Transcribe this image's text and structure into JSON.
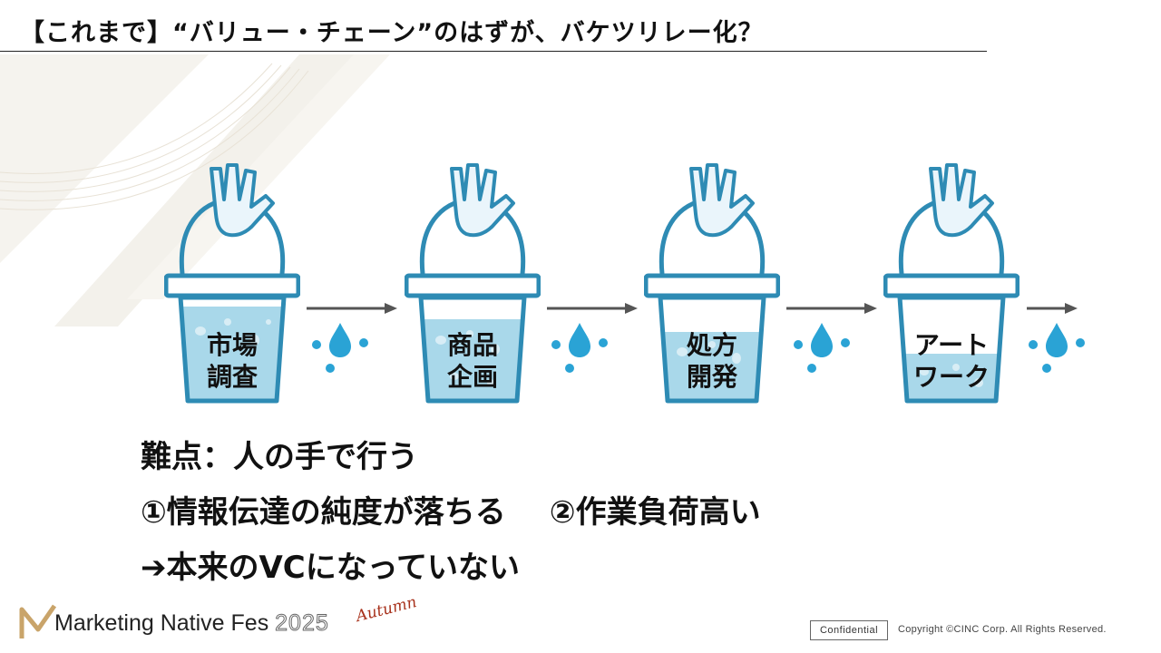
{
  "slide": {
    "title": "【これまで】“バリュー・チェーン”のはずが、バケツリレー化？"
  },
  "buckets": [
    {
      "line1": "市場",
      "line2": "調査",
      "fill_level": 0.95
    },
    {
      "line1": "商品",
      "line2": "企画",
      "fill_level": 0.8
    },
    {
      "line1": "処方",
      "line2": "開発",
      "fill_level": 0.67
    },
    {
      "line1": "アート",
      "line2": "ワーク",
      "fill_level": 0.45
    }
  ],
  "points": {
    "line1": "難点：人の手で行う",
    "line2a": "①情報伝達の純度が落ちる",
    "line2b": "②作業負荷高い",
    "line3": "➔本来のVCになっていない"
  },
  "footer": {
    "logo_main": "Marketing Native Fes",
    "logo_year": "2025",
    "logo_season": "Autumn",
    "confidential": "Confidential",
    "copyright": "Copyright ©CINC Corp. All Rights Reserved."
  },
  "colors": {
    "bucket_outline": "#2e8bb4",
    "water": "#a9d8ea",
    "drop": "#2aa3d5",
    "arrow": "#555555"
  },
  "icons": [
    "hand-icon",
    "bucket-icon",
    "water-drop-icon",
    "arrow-right-icon"
  ]
}
